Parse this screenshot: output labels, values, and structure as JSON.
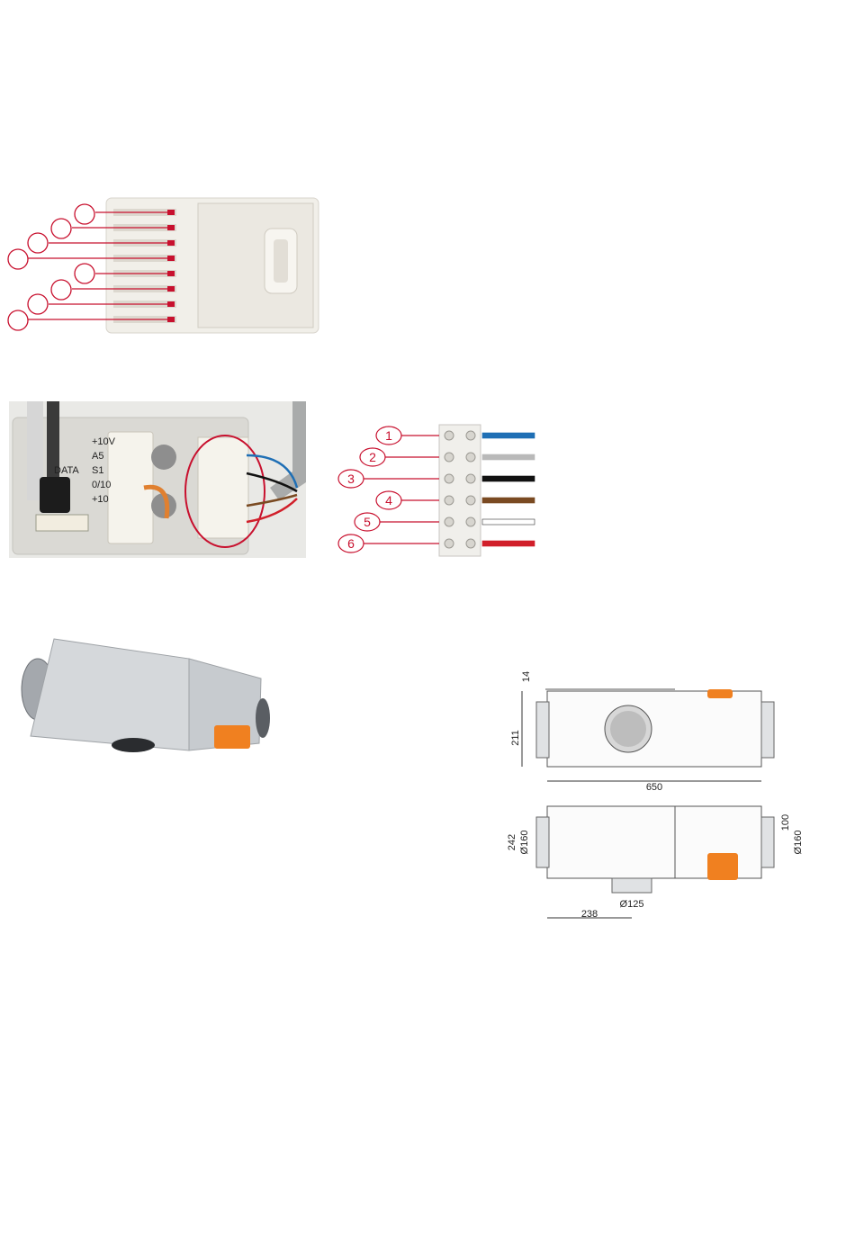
{
  "terminal_diagram": {
    "labels": [
      "1",
      "2",
      "3",
      "4",
      "5",
      "6"
    ],
    "wire_colors": [
      "#1f6fb5",
      "#b9b9b9",
      "#111111",
      "#7a4a22",
      "#ffffff",
      "#d11f2a"
    ],
    "marker_color": "#c8102e"
  },
  "photo_panel": {
    "board_labels": [
      "+10V",
      "A5",
      "S1",
      "0/10",
      "+10",
      "DATA"
    ]
  },
  "dimensions": {
    "side_view": {
      "height": "211",
      "top_offset": "14",
      "length": "650"
    },
    "top_view": {
      "height": "242",
      "inlet_diameter": "Ø160",
      "outlet_diameter": "Ø160",
      "outlet_offset": "100",
      "branch_diameter": "Ø125",
      "branch_offset": "238"
    }
  },
  "colors": {
    "actuator": "#f08020",
    "duct_metal": "#c9ced3",
    "red_accent": "#c8102e"
  }
}
